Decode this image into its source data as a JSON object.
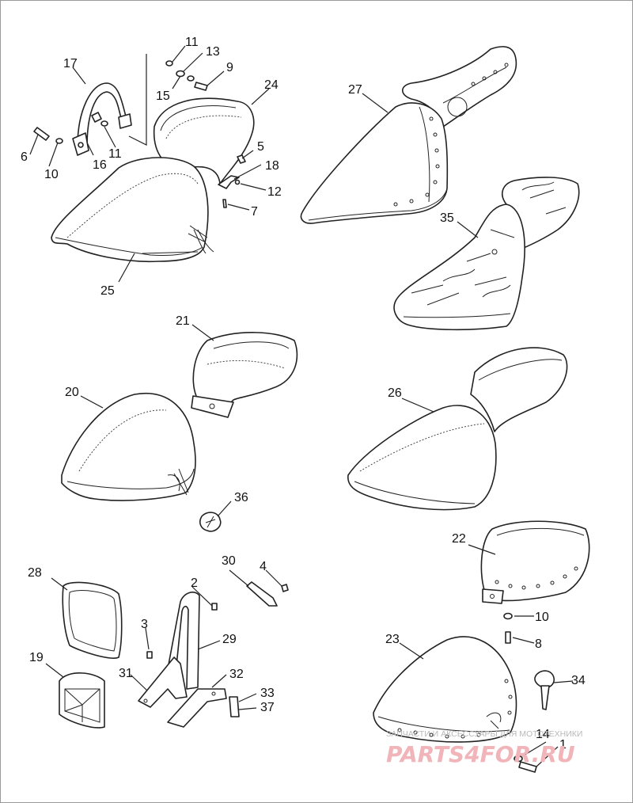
{
  "parts": [
    {
      "id": "p1",
      "label": "1",
      "name": "Bolt"
    },
    {
      "id": "p2",
      "label": "2",
      "name": "Screw"
    },
    {
      "id": "p3",
      "label": "3",
      "name": "Screw"
    },
    {
      "id": "p4",
      "label": "4",
      "name": "Screw"
    },
    {
      "id": "p5",
      "label": "5",
      "name": "Screw"
    },
    {
      "id": "p6",
      "label": "6",
      "name": "Bolt"
    },
    {
      "id": "p7",
      "label": "7",
      "name": "Screw"
    },
    {
      "id": "p8",
      "label": "8",
      "name": "Bolt"
    },
    {
      "id": "p9",
      "label": "9",
      "name": "Bolt"
    },
    {
      "id": "p10a",
      "label": "10",
      "name": "Washer"
    },
    {
      "id": "p10b",
      "label": "10",
      "name": "Washer"
    },
    {
      "id": "p11a",
      "label": "11",
      "name": "Washer"
    },
    {
      "id": "p11b",
      "label": "11",
      "name": "Washer"
    },
    {
      "id": "p12",
      "label": "12",
      "name": "Nut"
    },
    {
      "id": "p13",
      "label": "13",
      "name": "Washer"
    },
    {
      "id": "p14",
      "label": "14",
      "name": "Washer"
    },
    {
      "id": "p15",
      "label": "15",
      "name": "Spacer"
    },
    {
      "id": "p16",
      "label": "16",
      "name": "Bracket"
    },
    {
      "id": "p17",
      "label": "17",
      "name": "Grab strap"
    },
    {
      "id": "p18",
      "label": "18",
      "name": "Seat bracket"
    },
    {
      "id": "p19",
      "label": "19",
      "name": "Backrest frame"
    },
    {
      "id": "p20",
      "label": "20",
      "name": "Solo seat"
    },
    {
      "id": "p21",
      "label": "21",
      "name": "Passenger pillion"
    },
    {
      "id": "p22",
      "label": "22",
      "name": "Studded pillion"
    },
    {
      "id": "p23",
      "label": "23",
      "name": "Studded solo seat"
    },
    {
      "id": "p24",
      "label": "24",
      "name": "Passenger section"
    },
    {
      "id": "p25",
      "label": "25",
      "name": "Two-up seat"
    },
    {
      "id": "p26",
      "label": "26",
      "name": "Seat"
    },
    {
      "id": "p27",
      "label": "27",
      "name": "Studded seat"
    },
    {
      "id": "p28",
      "label": "28",
      "name": "Backrest pad"
    },
    {
      "id": "p29",
      "label": "29",
      "name": "Sissy bar upright"
    },
    {
      "id": "p30",
      "label": "30",
      "name": "Clip"
    },
    {
      "id": "p31",
      "label": "31",
      "name": "Side plate"
    },
    {
      "id": "p32",
      "label": "32",
      "name": "Side plate"
    },
    {
      "id": "p33",
      "label": "33",
      "name": "Label"
    },
    {
      "id": "p34",
      "label": "34",
      "name": "Concho with laces"
    },
    {
      "id": "p35",
      "label": "35",
      "name": "Tooled seat"
    },
    {
      "id": "p36",
      "label": "36",
      "name": "Concho"
    },
    {
      "id": "p37",
      "label": "37",
      "name": "Label"
    }
  ],
  "watermark": {
    "tagline": "ЗАПЧАСТИ И АКСЕССУАРЫ ДЛЯ МОТОТЕХНИКИ",
    "brand": "PARTS4FOR.RU"
  },
  "colors": {
    "line": "#222222",
    "background": "#ffffff",
    "watermark_brand": "#f0b4b9",
    "watermark_text": "#b9b9b9"
  }
}
